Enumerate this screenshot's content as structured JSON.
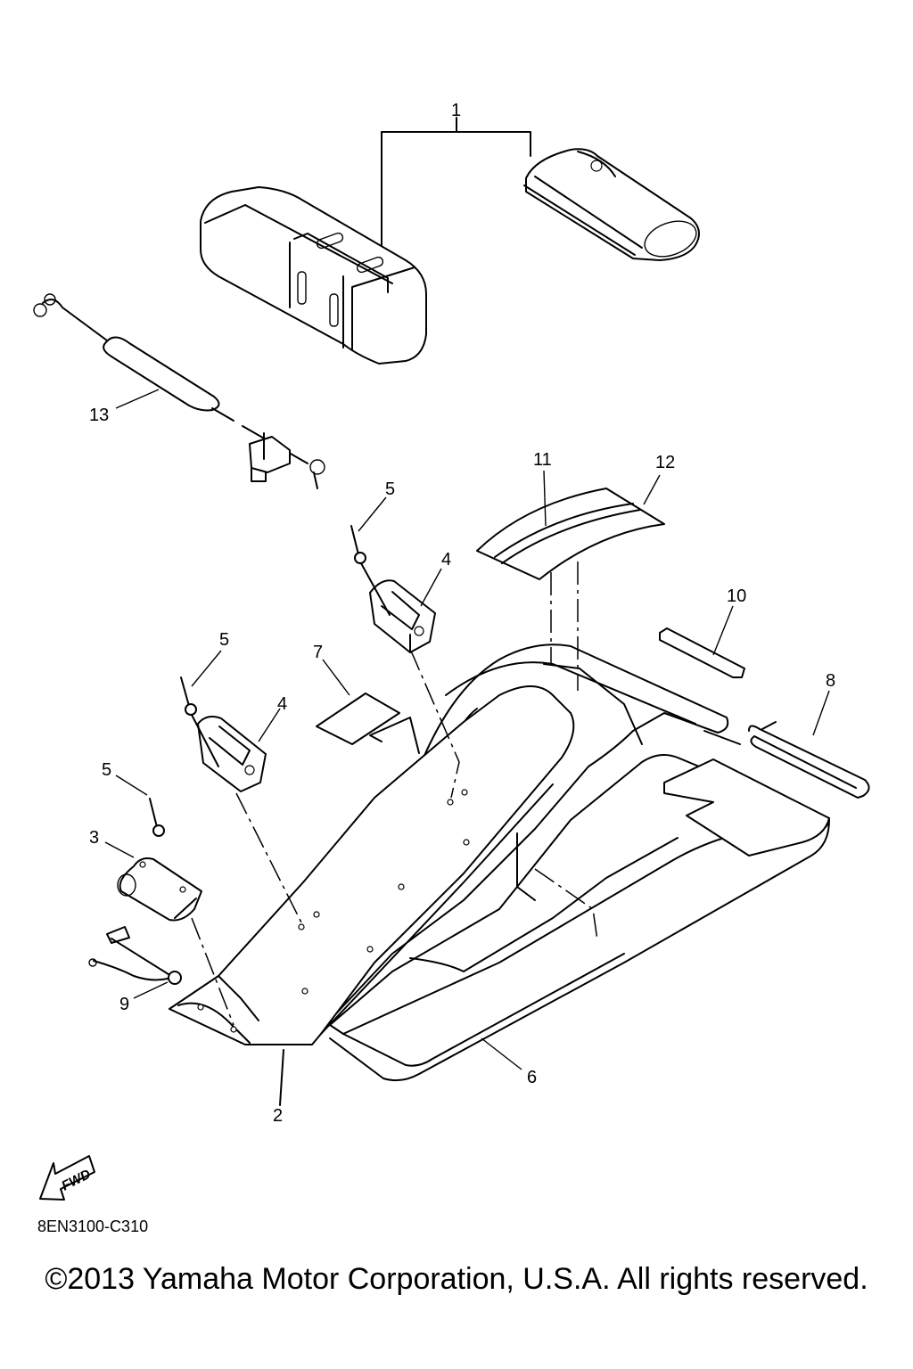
{
  "diagram": {
    "part_labels": {
      "p1": "1",
      "p2": "2",
      "p3": "3",
      "p4a": "4",
      "p4b": "4",
      "p5a": "5",
      "p5b": "5",
      "p5c": "5",
      "p6": "6",
      "p7": "7",
      "p8": "8",
      "p9": "9",
      "p10": "10",
      "p11": "11",
      "p12": "12",
      "p13": "13"
    },
    "fwd_badge": "FWD",
    "diagram_code": "8EN3100-C310"
  },
  "footer": {
    "copyright": "©2013 Yamaha Motor Corporation, U.S.A. All rights reserved."
  }
}
